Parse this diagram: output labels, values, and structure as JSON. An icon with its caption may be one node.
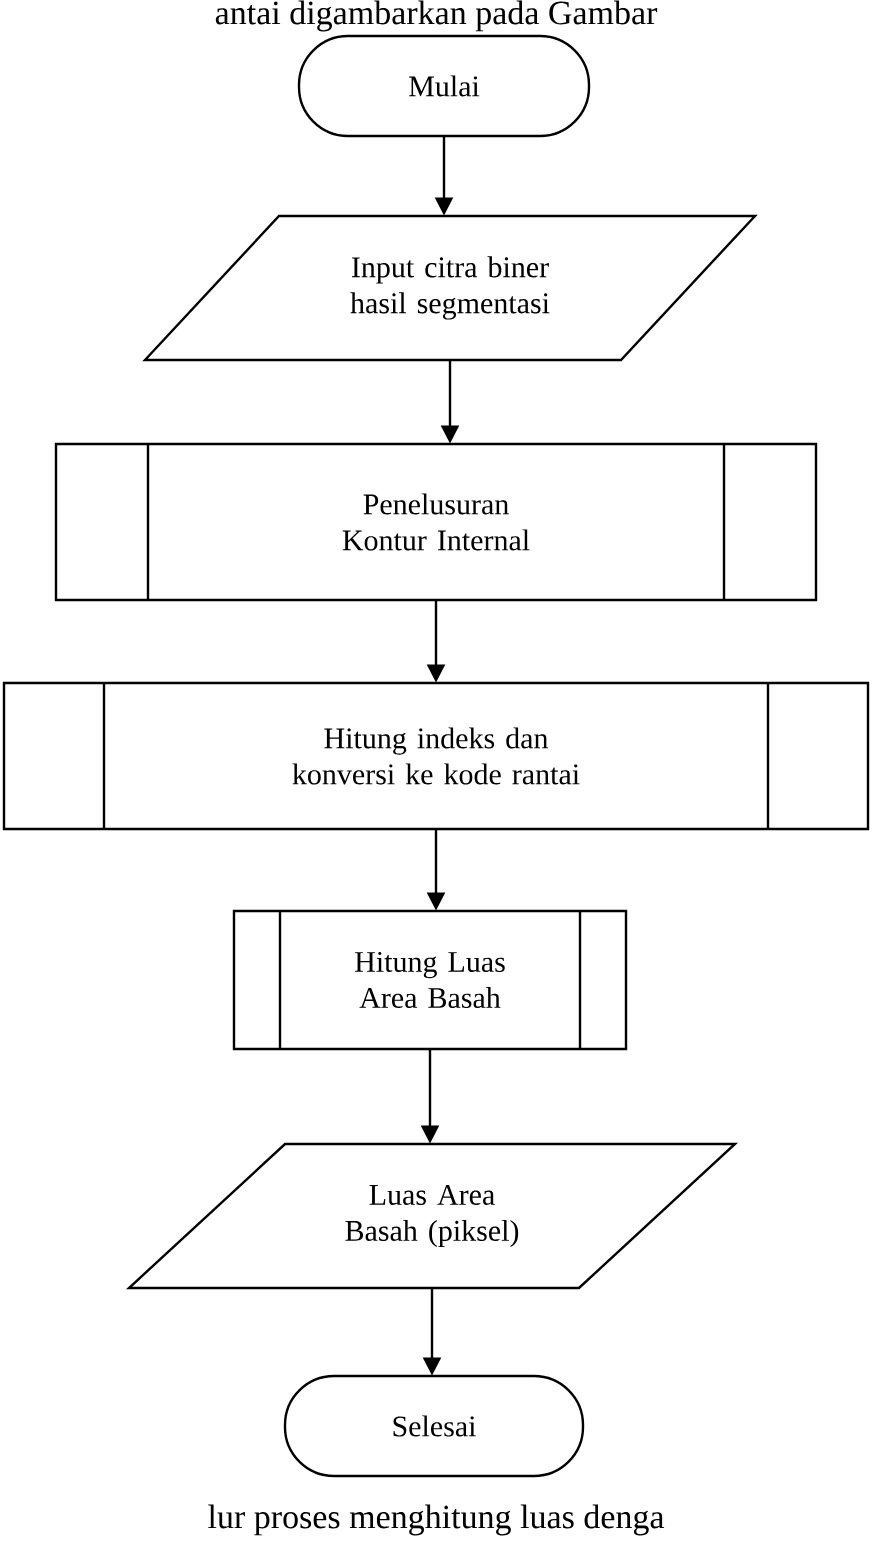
{
  "diagram": {
    "nodes": [
      {
        "text": [
          "Mulai"
        ]
      },
      {
        "text": [
          "Input citra biner hasil segmentasi"
        ]
      },
      {
        "text": [
          "Penelusuran Kontur Internal"
        ]
      },
      {
        "text": [
          "Hitung indeks dan konversi ke kode rantai"
        ]
      },
      {
        "text": [
          "Hitung Luas Area Basah"
        ]
      },
      {
        "text": [
          "Luas Area Basah (piksel)"
        ]
      },
      {
        "text": [
          "Selesai"
        ]
      }
    ],
    "edges": [
      {
        "from": 0,
        "to": 1,
        "arrow": "to"
      },
      {
        "from": 1,
        "to": 2,
        "arrow": "to"
      },
      {
        "from": 2,
        "to": 3,
        "arrow": "to"
      },
      {
        "from": 3,
        "to": 4,
        "arrow": "to"
      },
      {
        "from": 4,
        "to": 5,
        "arrow": "to"
      },
      {
        "from": 5,
        "to": 6,
        "arrow": "to"
      }
    ],
    "labels": [
      "antai digambarkan pada Gambar",
      "lur proses menghitung luas denga"
    ]
  }
}
